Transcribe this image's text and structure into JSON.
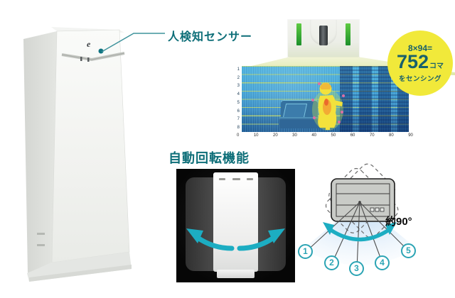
{
  "colors": {
    "accent_teal": "#0d6e78",
    "arrow_cyan": "#1cadc2",
    "badge_yellow": "#f1e93a",
    "badge_text": "#19606b",
    "grid_blue": "#3aa0d6",
    "number_teal": "#2ba4b4"
  },
  "product": {
    "logo": "e"
  },
  "sensor_feature": {
    "label": "人検知センサー",
    "badge": {
      "formula": "8×94=",
      "value": "752",
      "unit": "コマ",
      "caption": "をセンシング"
    },
    "grid": {
      "row_labels": [
        "1",
        "2",
        "3",
        "4",
        "5",
        "6",
        "7",
        "8"
      ],
      "col_labels": [
        "0",
        "10",
        "20",
        "30",
        "40",
        "50",
        "60",
        "70",
        "80",
        "90"
      ]
    }
  },
  "rotation_feature": {
    "label": "自動回転機能",
    "angle": "約90°",
    "positions": [
      "1",
      "2",
      "3",
      "4",
      "5"
    ]
  }
}
